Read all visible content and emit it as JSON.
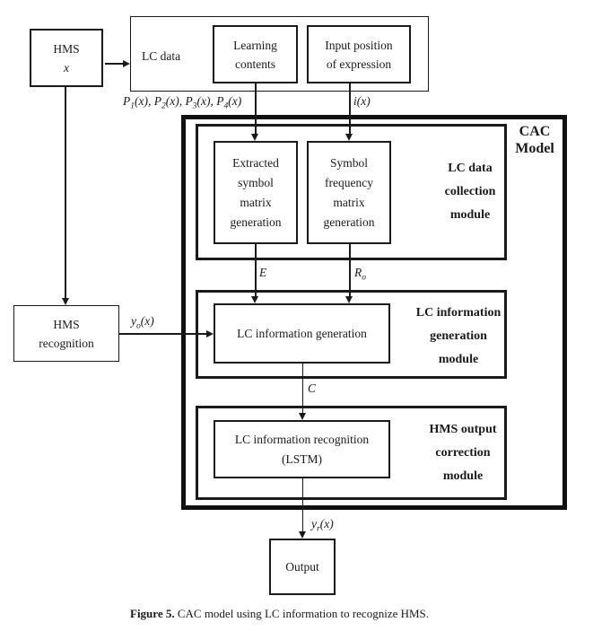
{
  "figure": {
    "caption_label": "Figure 5.",
    "caption_text": "CAC model using LC information to recognize HMS."
  },
  "nodes": {
    "hms_input_title": "HMS",
    "hms_input_var": "x",
    "lc_data_label": "LC data",
    "learning_contents": "Learning\ncontents",
    "input_position": "Input position\nof expression",
    "extracted_matrix": "Extracted\nsymbol\nmatrix\ngeneration",
    "symbol_frequency": "Symbol\nfrequency\nmatrix\ngeneration",
    "lc_info_generation": "LC information generation",
    "hms_recognition": "HMS\nrecognition",
    "lc_info_recognition": "LC information recognition\n(LSTM)",
    "output": "Output"
  },
  "modules": {
    "cac_model": "CAC\nModel",
    "collection": "LC data\ncollection\nmodule",
    "generation": "LC information\ngeneration\nmodule",
    "correction": "HMS output\ncorrection\nmodule"
  },
  "signals": {
    "p1": {
      "b": "P",
      "s": "1",
      "t": "(x), "
    },
    "p2": {
      "b": "P",
      "s": "2",
      "t": "(x), "
    },
    "p3": {
      "b": "P",
      "s": "3",
      "t": "(x), "
    },
    "p4": {
      "b": "P",
      "s": "4",
      "t": "(x)"
    },
    "i": {
      "b": "i",
      "t": "(x)"
    },
    "e": {
      "b": "E"
    },
    "ro": {
      "b": "R",
      "s": "o"
    },
    "yo": {
      "b": "y",
      "s": "o",
      "t": "(x)"
    },
    "c": {
      "b": "C"
    },
    "yr": {
      "b": "y",
      "s": "r",
      "t": "(x)"
    }
  },
  "colors": {
    "line": "#1a1a1a",
    "background": "#ffffff"
  }
}
